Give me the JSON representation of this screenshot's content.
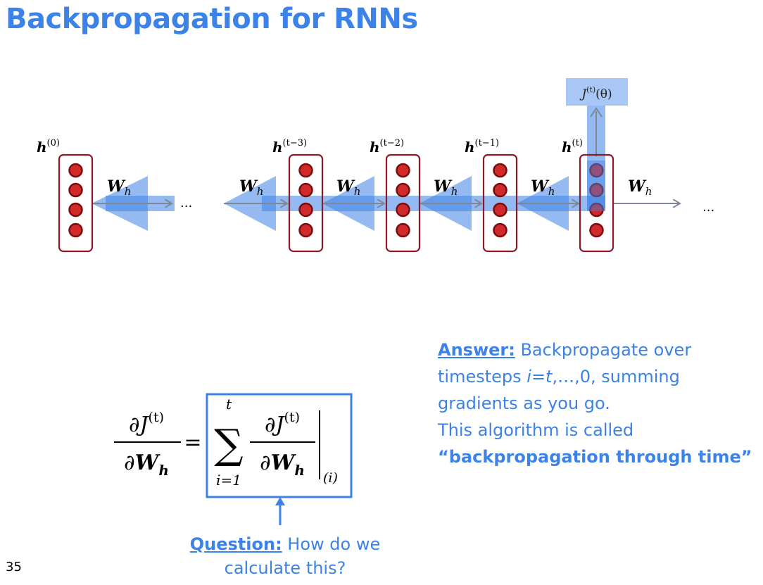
{
  "title": "Backpropagation for RNNs",
  "diagram": {
    "hidden_states": [
      {
        "label_base": "h",
        "label_sup": "(0)"
      },
      {
        "label_base": "h",
        "label_sup": "(t−3)"
      },
      {
        "label_base": "h",
        "label_sup": "(t−2)"
      },
      {
        "label_base": "h",
        "label_sup": "(t−1)"
      },
      {
        "label_base": "h",
        "label_sup": "(t)"
      }
    ],
    "weight_label_base": "W",
    "weight_label_sub": "h",
    "ellipsis": "...",
    "loss_base": "J",
    "loss_sup": "(t)",
    "loss_arg": "(θ)",
    "colors": {
      "neuron_fill": "#d12a2a",
      "neuron_stroke": "#7a0d0d",
      "box_stroke": "#8b1a2b",
      "gradient_blue": "#3d82e6",
      "arrow_grey": "#7d8796"
    }
  },
  "formula": {
    "partial": "∂",
    "J": "J",
    "sup_t": "(t)",
    "W": "W",
    "sub_h": "h",
    "equals": "=",
    "sum": "∑",
    "sum_upper": "t",
    "sum_lower": "i=1",
    "eval_sub": "(i)"
  },
  "answer": {
    "label": "Answer:",
    "line1_rest": " Backpropagate over",
    "line2_pre": "timesteps ",
    "line2_italic": "i=t",
    "line2_post": ",…,0, summing",
    "line3": "gradients as you go.",
    "line4": "This algorithm is called",
    "line5": "“backpropagation through time”"
  },
  "question": {
    "label": "Question:",
    "line1_rest": " How do we",
    "line2": "calculate this?"
  },
  "page_number": "35"
}
